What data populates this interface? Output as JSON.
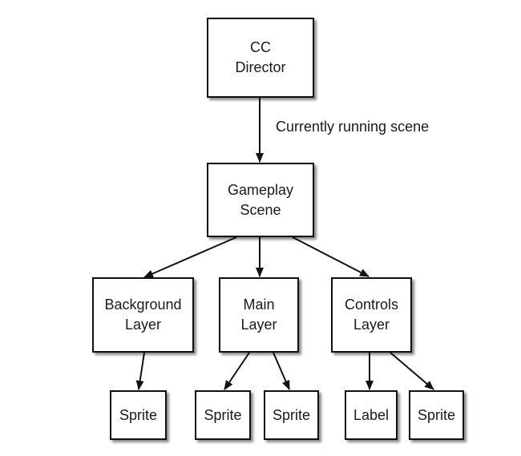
{
  "nodes": {
    "director": {
      "line1": "CC",
      "line2": "Director"
    },
    "gameplay_scene": {
      "line1": "Gameplay",
      "line2": "Scene"
    },
    "background_layer": {
      "line1": "Background",
      "line2": "Layer"
    },
    "main_layer": {
      "line1": "Main",
      "line2": "Layer"
    },
    "controls_layer": {
      "line1": "Controls",
      "line2": "Layer"
    },
    "bg_sprite": {
      "label": "Sprite"
    },
    "main_sprite_1": {
      "label": "Sprite"
    },
    "main_sprite_2": {
      "label": "Sprite"
    },
    "controls_label": {
      "label": "Label"
    },
    "controls_sprite": {
      "label": "Sprite"
    }
  },
  "edges": {
    "director_to_scene": {
      "label": "Currently running scene"
    }
  },
  "colors": {
    "stroke": "#111111",
    "text": "#1a1a1a",
    "background": "#ffffff"
  }
}
